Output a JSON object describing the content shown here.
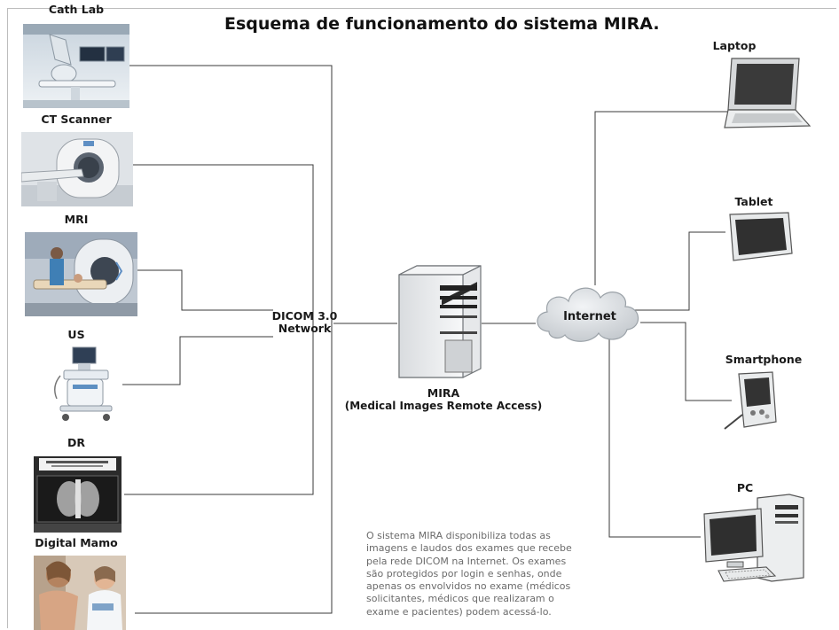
{
  "title": "Esquema de funcionamento do sistema MIRA.",
  "modalities": [
    {
      "label": "Cath Lab",
      "icon": "cath-lab-photo"
    },
    {
      "label": "CT Scanner",
      "icon": "ct-scanner-photo"
    },
    {
      "label": "MRI",
      "icon": "mri-photo"
    },
    {
      "label": "US",
      "icon": "ultrasound-photo"
    },
    {
      "label": "DR",
      "icon": "digital-radiography-photo"
    },
    {
      "label": "Digital Mamo",
      "icon": "mammography-photo"
    }
  ],
  "network": {
    "line1": "DICOM 3.0",
    "line2": "Network"
  },
  "server": {
    "name": "MIRA",
    "subtitle": "(Medical Images Remote Access)",
    "icon": "server-tower-icon"
  },
  "internet": {
    "label": "Internet",
    "icon": "cloud-icon"
  },
  "devices": [
    {
      "label": "Laptop",
      "icon": "laptop-icon"
    },
    {
      "label": "Tablet",
      "icon": "tablet-icon"
    },
    {
      "label": "Smartphone",
      "icon": "smartphone-icon"
    },
    {
      "label": "PC",
      "icon": "desktop-pc-icon"
    }
  ],
  "description": "O sistema MIRA disponibiliza todas as\nimagens e laudos dos exames que recebe\npela rede DICOM na Internet. Os exames\nsão protegidos por login e senhas, onde\napenas os envolvidos no exame (médicos\nsolicitantes, médicos que realizaram o\nexame e pacientes) podem acessá-lo."
}
